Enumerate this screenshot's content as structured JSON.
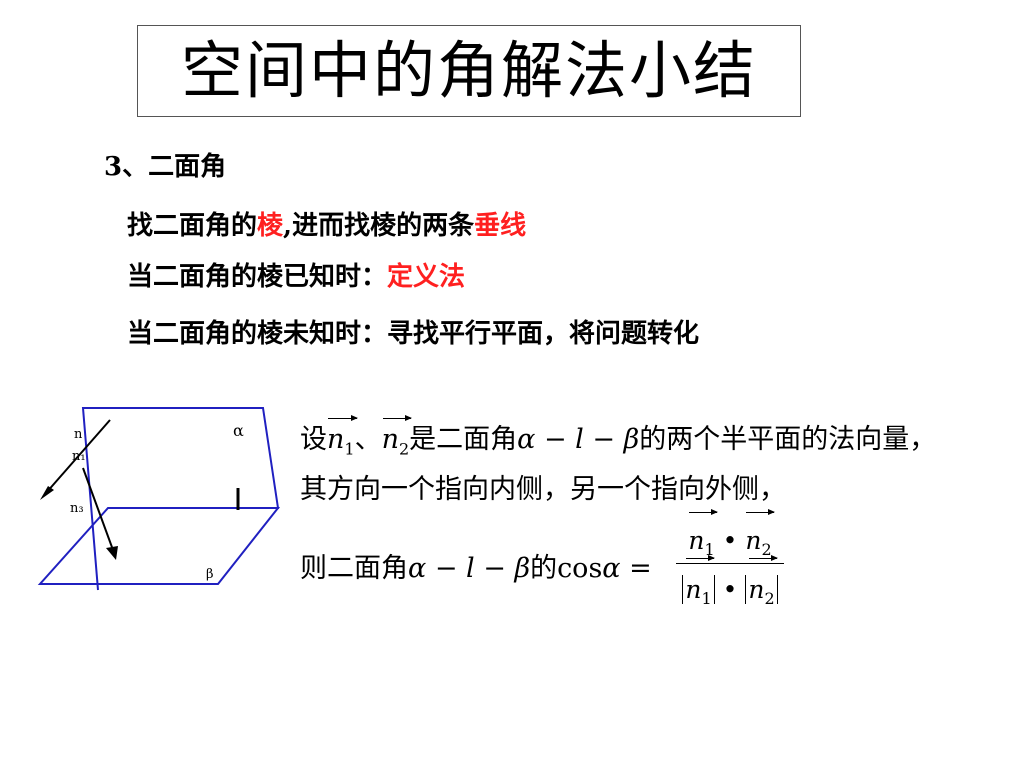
{
  "title": "空间中的角解法小结",
  "heading": "3、二面角",
  "line1": {
    "a": "找二面角的",
    "b": "棱",
    "c": ",进而找棱的两条",
    "d": "垂线"
  },
  "line2": {
    "a": "当二面角的棱已知时：",
    "b": "定义法"
  },
  "line3": "当二面角的棱未知时：寻找平行平面，将问题转化",
  "diagram": {
    "label_alpha": "α",
    "label_beta": "β",
    "label_n": "n",
    "label_n1": "n₁",
    "label_n3": "n₃"
  },
  "formula": {
    "p1_a": "设",
    "n": "n",
    "sub1": "1",
    "sub2": "2",
    "sep": "、",
    "p1_b": "是二面角",
    "expr": "α − l − β",
    "p1_c": "的两个半平面的法向量，",
    "p2": "其方向一个指向内侧，另一个指向外侧，",
    "p3_a": "则二面角",
    "p3_b": "的",
    "cos": "cos",
    "alpha": "α",
    "eq": " = ",
    "dot": "•"
  },
  "colors": {
    "accent_red": "#ff2020",
    "diagram_blue": "#2020c0"
  }
}
